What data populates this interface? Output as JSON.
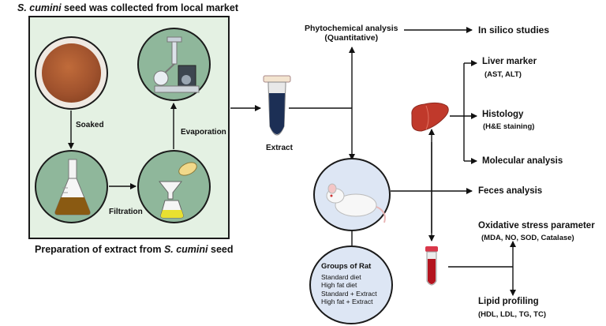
{
  "header_text": {
    "top_prefix": "S. cumini",
    "top_suffix": " seed was collected from local market",
    "bottom_prefix": "Preparation of extract from ",
    "bottom_italic": "S. cumini",
    "bottom_suffix": " seed"
  },
  "process_labels": {
    "soaked": "Soaked",
    "filtration": "Filtration",
    "evaporation": "Evaporation",
    "extract": "Extract"
  },
  "analysis": {
    "phytochemical": "Phytochemical analysis",
    "phytochemical_sub": "(Quantitative)",
    "in_silico": "In silico studies",
    "liver_marker": "Liver marker",
    "liver_marker_sub": "(AST, ALT)",
    "histology": "Histology",
    "histology_sub": "(H&E staining)",
    "molecular": "Molecular analysis",
    "feces": "Feces analysis",
    "oxidative": "Oxidative stress parameter",
    "oxidative_sub": "(MDA, NO, SOD, Catalase)",
    "lipid": "Lipid profiling",
    "lipid_sub": "(HDL, LDL, TG, TC)"
  },
  "groups": {
    "title": "Groups of Rat",
    "items": [
      "Standard diet",
      "High fat diet",
      "Standard + Extract",
      "High fat + Extract"
    ]
  },
  "colors": {
    "panel_bg": "#e4f1e3",
    "circle_green": "#8fb79b",
    "circle_blue": "#dde6f4",
    "seed": "#a0522d",
    "liver": "#c0392b",
    "blood": "#b3141f"
  }
}
